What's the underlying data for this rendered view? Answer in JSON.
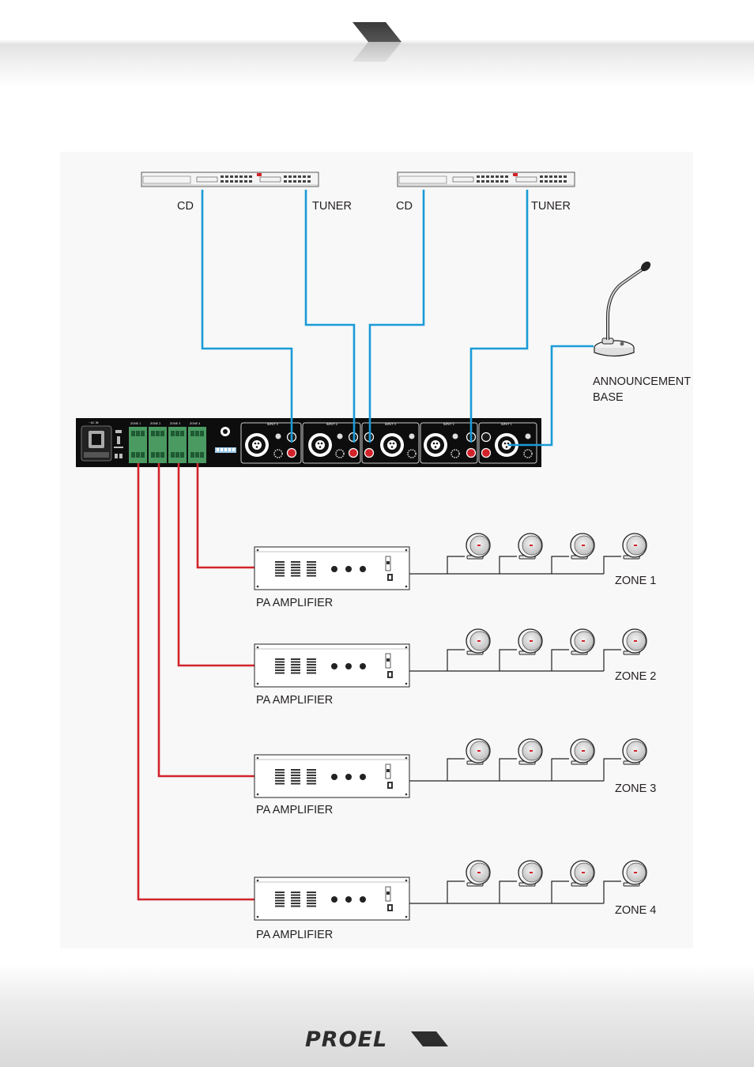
{
  "sources": [
    {
      "left_label": "CD",
      "right_label": "TUNER"
    },
    {
      "left_label": "CD",
      "right_label": "TUNER"
    }
  ],
  "microphone": {
    "line1": "ANNOUNCEMENT",
    "line2": "BASE"
  },
  "mixer": {
    "inputs": [
      "INPUT 5",
      "INPUT 4",
      "INPUT 3",
      "INPUT 2",
      "INPUT 1"
    ],
    "zones": [
      "ZONE 1",
      "ZONE 2",
      "ZONE 3",
      "ZONE 4"
    ],
    "power_label": "~AC IN"
  },
  "amplifiers": [
    {
      "label": "PA AMPLIFIER",
      "zone": "ZONE 1"
    },
    {
      "label": "PA AMPLIFIER",
      "zone": "ZONE 2"
    },
    {
      "label": "PA AMPLIFIER",
      "zone": "ZONE 3"
    },
    {
      "label": "PA AMPLIFIER",
      "zone": "ZONE 4"
    }
  ],
  "cable_colors": {
    "audio_input": "#1a9bd7",
    "zone_output": "#d2232a"
  },
  "brand": {
    "logo": "PROEL"
  }
}
